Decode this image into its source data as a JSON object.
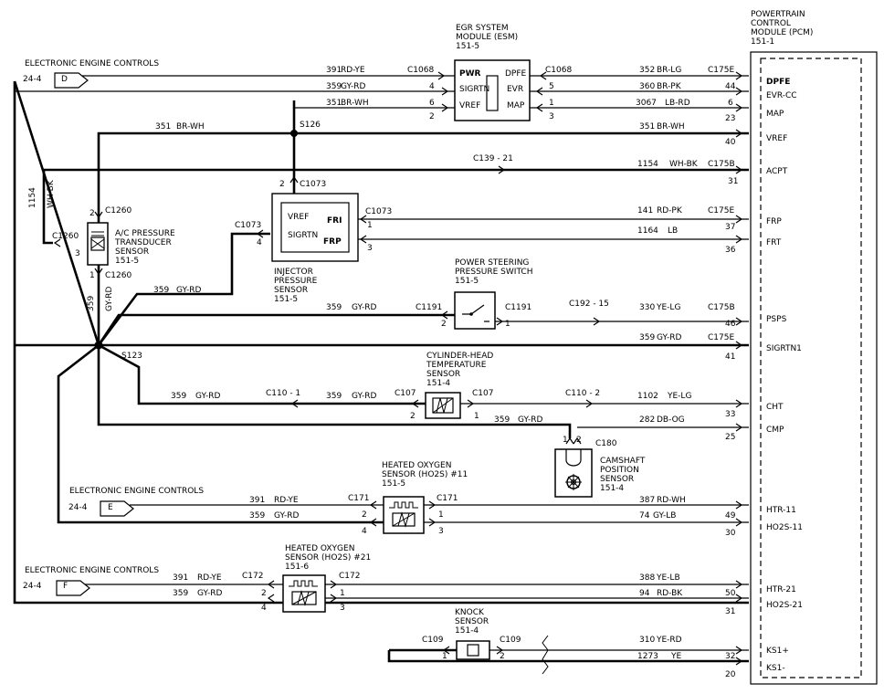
{
  "modules": {
    "pcm": {
      "lines": [
        "POWERTRAIN",
        "CONTROL",
        "MODULE (PCM)",
        "151-1"
      ]
    },
    "esm": {
      "lines": [
        "EGR SYSTEM",
        "MODULE (ESM)",
        "151-5"
      ],
      "pins": [
        "PWR",
        "SIGRTN",
        "VREF",
        "DPFE",
        "EVR",
        "MAP"
      ]
    },
    "acpt": {
      "lines": [
        "A/C PRESSURE",
        "TRANSDUCER",
        "SENSOR",
        "151-5"
      ]
    },
    "injector": {
      "lines": [
        "INJECTOR",
        "PRESSURE",
        "SENSOR",
        "151-5"
      ],
      "pins": [
        "VREF",
        "SIGRTN",
        "FRI",
        "FRP"
      ]
    },
    "ps": {
      "lines": [
        "POWER STEERING",
        "PRESSURE    SWITCH",
        "151-5"
      ]
    },
    "cht": {
      "lines": [
        "CYLINDER-HEAD",
        "TEMPERATURE",
        "SENSOR",
        "151-4"
      ]
    },
    "cam": {
      "lines": [
        "CAMSHAFT",
        "POSITION",
        "SENSOR",
        "151-4"
      ]
    },
    "ho2s11": {
      "lines": [
        "HEATED OXYGEN",
        "SENSOR (HO2S) #11",
        "151-5"
      ]
    },
    "ho2s21": {
      "lines": [
        "HEATED OXYGEN",
        "SENSOR (HO2S) #21",
        "151-6"
      ]
    },
    "knock": {
      "lines": [
        "KNOCK",
        "SENSOR",
        "151-4"
      ]
    }
  },
  "pcm_terminals": [
    "DPFE",
    "EVR-CC",
    "MAP",
    "VREF",
    "ACPT",
    "FRP",
    "FRT",
    "PSPS",
    "SIGRTN1",
    "CHT",
    "CMP",
    "HTR-11",
    "HO2S-11",
    "HTR-21",
    "HO2S-21",
    "KS1+",
    "KS1-"
  ],
  "texts": [
    [
      "ELECTRONIC ENGINE CONTROLS",
      27,
      72
    ],
    [
      "24-4",
      25,
      89
    ],
    [
      "D",
      67,
      89
    ],
    [
      "ELECTRONIC ENGINE CONTROLS",
      76,
      540
    ],
    [
      "24-4",
      75,
      558
    ],
    [
      "E",
      118,
      558
    ],
    [
      "ELECTRONIC ENGINE CONTROLS",
      27,
      627
    ],
    [
      "24-4",
      25,
      644
    ],
    [
      "F",
      69,
      644
    ],
    [
      "391",
      357,
      79
    ],
    [
      "RD-YE",
      373,
      79
    ],
    [
      "C1068",
      446,
      79
    ],
    [
      "359",
      357,
      97
    ],
    [
      "GY-RD",
      373,
      97
    ],
    [
      "4",
      470,
      97
    ],
    [
      "351",
      357,
      115
    ],
    [
      "BR-WH",
      373,
      115
    ],
    [
      "6",
      470,
      115
    ],
    [
      "2",
      470,
      130
    ],
    [
      "C1068",
      597,
      79
    ],
    [
      "5",
      601,
      97
    ],
    [
      "1",
      601,
      115
    ],
    [
      "3",
      601,
      130
    ],
    [
      "352",
      700,
      79
    ],
    [
      "BR-LG",
      719,
      79
    ],
    [
      "C175E",
      775,
      79
    ],
    [
      "44",
      794,
      97
    ],
    [
      "360",
      700,
      97
    ],
    [
      "BR-PK",
      719,
      97
    ],
    [
      "3067",
      696,
      115
    ],
    [
      "LB-RD",
      728,
      115
    ],
    [
      "6",
      797,
      115
    ],
    [
      "23",
      794,
      132
    ],
    [
      "351",
      700,
      141
    ],
    [
      "BR-WH",
      719,
      141
    ],
    [
      "40",
      794,
      158
    ],
    [
      "S126",
      328,
      139
    ],
    [
      "351",
      170,
      141
    ],
    [
      "BR-WH",
      193,
      141
    ],
    [
      "C139 - 21",
      518,
      176
    ],
    [
      "1154",
      698,
      182
    ],
    [
      "WH-BK",
      733,
      182
    ],
    [
      "C175B",
      775,
      182
    ],
    [
      "31",
      797,
      201
    ],
    [
      "2",
      306,
      204
    ],
    [
      "C1073",
      328,
      204
    ],
    [
      "C1073",
      400,
      234
    ],
    [
      "1",
      402,
      249
    ],
    [
      "3",
      402,
      274
    ],
    [
      "141",
      698,
      233
    ],
    [
      "RD-PK",
      719,
      233
    ],
    [
      "C175E",
      775,
      233
    ],
    [
      "37",
      794,
      251
    ],
    [
      "1164",
      698,
      255
    ],
    [
      "LB",
      731,
      255
    ],
    [
      "36",
      794,
      276
    ],
    [
      "C1073",
      257,
      249
    ],
    [
      "4",
      281,
      268
    ],
    [
      "2",
      98,
      236
    ],
    [
      "C1260",
      115,
      233
    ],
    [
      "C1260",
      57,
      261
    ],
    [
      "3",
      82,
      280
    ],
    [
      "1",
      98,
      304
    ],
    [
      "C1260",
      115,
      304
    ],
    [
      "359",
      168,
      320
    ],
    [
      "GY-RD",
      193,
      320
    ],
    [
      "359",
      357,
      339
    ],
    [
      "GY-RD",
      385,
      339
    ],
    [
      "C1191",
      455,
      339
    ],
    [
      "2",
      483,
      357
    ],
    [
      "C1191",
      553,
      339
    ],
    [
      "1",
      553,
      357
    ],
    [
      "C192 - 15",
      623,
      335
    ],
    [
      "330",
      700,
      339
    ],
    [
      "YE-LG",
      719,
      339
    ],
    [
      "C175B",
      775,
      339
    ],
    [
      "46",
      794,
      357
    ],
    [
      "359",
      700,
      372
    ],
    [
      "GY-RD",
      719,
      372
    ],
    [
      "C175E",
      775,
      372
    ],
    [
      "41",
      794,
      393
    ],
    [
      "S123",
      133,
      392
    ],
    [
      "359",
      187,
      436
    ],
    [
      "GY-RD",
      214,
      436
    ],
    [
      "C110 - 1",
      291,
      433
    ],
    [
      "359",
      357,
      436
    ],
    [
      "GY-RD",
      385,
      436
    ],
    [
      "C107",
      432,
      433
    ],
    [
      "2",
      449,
      458
    ],
    [
      "C107",
      517,
      433
    ],
    [
      "1",
      519,
      458
    ],
    [
      "C110 - 2",
      619,
      433
    ],
    [
      "1102",
      698,
      436
    ],
    [
      "YE-LG",
      731,
      436
    ],
    [
      "33",
      794,
      456
    ],
    [
      "359",
      541,
      462
    ],
    [
      "GY-RD",
      567,
      462
    ],
    [
      "282",
      700,
      462
    ],
    [
      "DB-OG",
      719,
      462
    ],
    [
      "25",
      794,
      481
    ],
    [
      "1",
      616,
      484
    ],
    [
      "2",
      631,
      484
    ],
    [
      "C180",
      652,
      488
    ],
    [
      "391",
      273,
      550
    ],
    [
      "RD-YE",
      300,
      550
    ],
    [
      "C171",
      381,
      548
    ],
    [
      "C171",
      478,
      548
    ],
    [
      "387",
      700,
      550
    ],
    [
      "RD-WH",
      719,
      550
    ],
    [
      "359",
      273,
      567
    ],
    [
      "GY-RD",
      300,
      567
    ],
    [
      "2",
      396,
      566
    ],
    [
      "1",
      480,
      566
    ],
    [
      "74",
      700,
      567
    ],
    [
      "GY-LB",
      715,
      567
    ],
    [
      "49",
      794,
      567
    ],
    [
      "4",
      396,
      584
    ],
    [
      "3",
      480,
      584
    ],
    [
      "30",
      794,
      586
    ],
    [
      "391",
      189,
      635
    ],
    [
      "RD-YE",
      216,
      635
    ],
    [
      "C172",
      265,
      633
    ],
    [
      "C172",
      371,
      633
    ],
    [
      "388",
      700,
      635
    ],
    [
      "YE-LB",
      719,
      635
    ],
    [
      "359",
      189,
      652
    ],
    [
      "GY-RD",
      216,
      652
    ],
    [
      "2",
      286,
      652
    ],
    [
      "1",
      372,
      652
    ],
    [
      "94",
      700,
      652
    ],
    [
      "RD-BK",
      719,
      652
    ],
    [
      "50",
      794,
      652
    ],
    [
      "4",
      286,
      668
    ],
    [
      "3",
      372,
      668
    ],
    [
      "31",
      794,
      672
    ],
    [
      "C109",
      462,
      703
    ],
    [
      "C109",
      547,
      703
    ],
    [
      "1",
      484,
      721
    ],
    [
      "2",
      547,
      721
    ],
    [
      "310",
      700,
      703
    ],
    [
      "YE-RD",
      719,
      703
    ],
    [
      "32",
      794,
      721
    ],
    [
      "1273",
      698,
      721
    ],
    [
      "YE",
      735,
      721
    ],
    [
      "20",
      794,
      741
    ]
  ],
  "vtexts": [
    [
      "1154",
      38,
      228
    ],
    [
      "WH-BK",
      58,
      228
    ],
    [
      "359",
      102,
      341
    ],
    [
      "GY-RD",
      122,
      341
    ]
  ]
}
